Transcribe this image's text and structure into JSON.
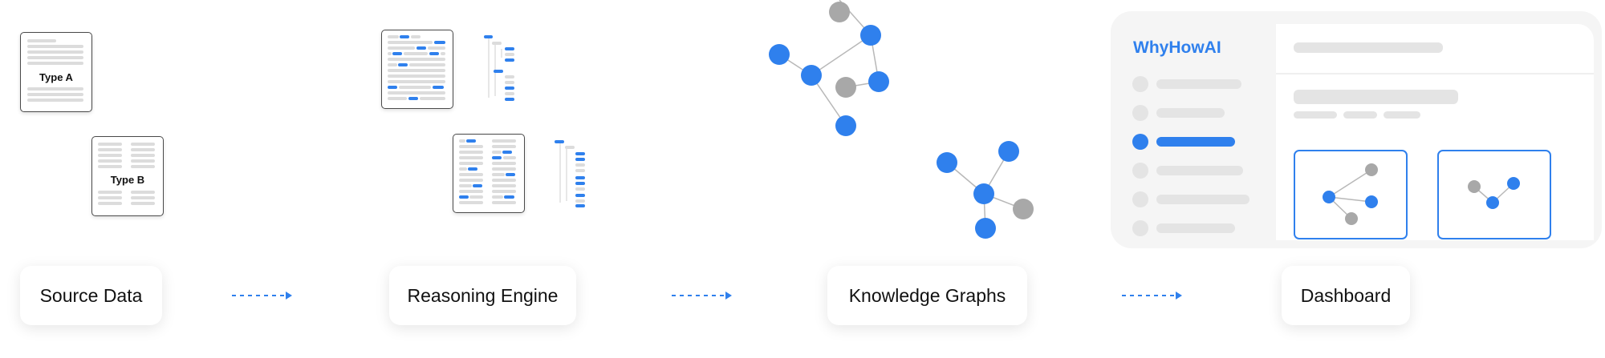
{
  "documents": {
    "type_a_label": "Type A",
    "type_b_label": "Type B"
  },
  "stages": [
    {
      "label": "Source Data"
    },
    {
      "label": "Reasoning Engine"
    },
    {
      "label": "Knowledge Graphs"
    },
    {
      "label": "Dashboard"
    }
  ],
  "dashboard": {
    "brand": "WhyHowAI",
    "selected_sidebar_item": 3
  },
  "colors": {
    "accent": "#2f80ed",
    "node_gray": "#a8a8a8",
    "edge": "#b8b8b8"
  }
}
